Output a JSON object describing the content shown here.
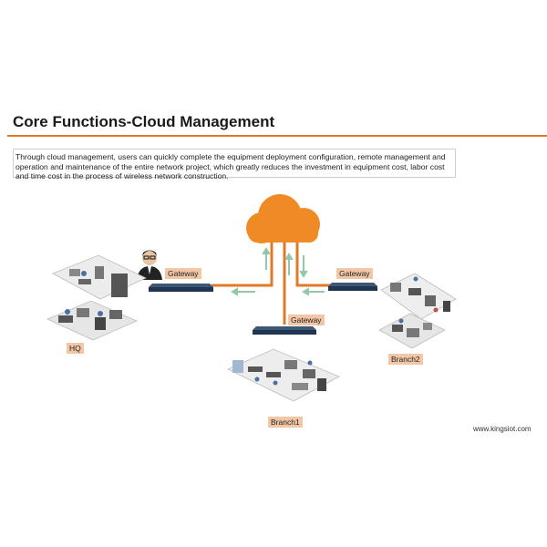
{
  "title": "Core Functions-Cloud Management",
  "description": "Through cloud management, users can quickly complete the equipment deployment configuration, remote management and operation and maintenance of the entire network project, which greatly reduces the investment in equipment cost, labor cost and time cost in the process of wireless network construction.",
  "nodes": {
    "gateway_hq": "Gateway",
    "gateway_center": "Gateway",
    "gateway_right": "Gateway",
    "hq": "HQ",
    "branch1": "Branch1",
    "branch2": "Branch2"
  },
  "source": "www.kingsiot.com",
  "colors": {
    "accent": "#e07a28",
    "cloud": "#f08a24",
    "label_bg": "#f3c7a6",
    "device": "#1f3550",
    "arrow": "#8fc9a8"
  }
}
